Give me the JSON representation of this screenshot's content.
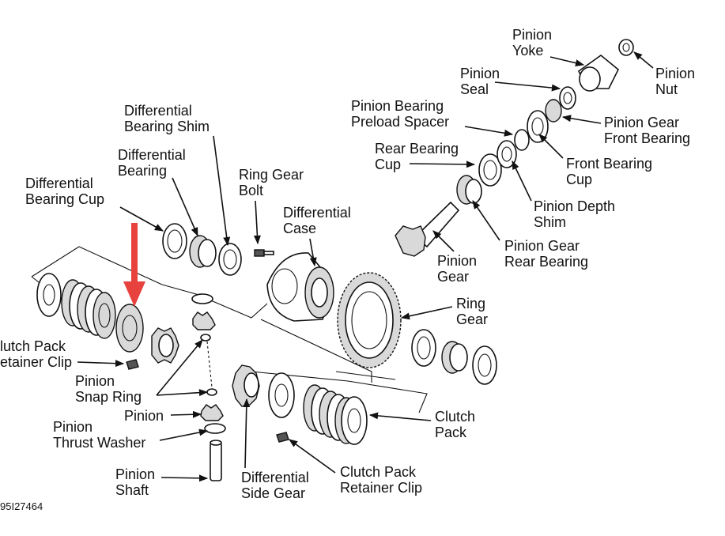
{
  "labels": {
    "differential_bearing_shim": [
      "Differential",
      "Bearing Shim"
    ],
    "differential_bearing": [
      "Differential",
      "Bearing"
    ],
    "differential_bearing_cup": [
      "Differential",
      "Bearing Cup"
    ],
    "ring_gear_bolt": [
      "Ring Gear",
      "Bolt"
    ],
    "differential_case": [
      "Differential",
      "Case"
    ],
    "pinion_yoke": [
      "Pinion",
      "Yoke"
    ],
    "pinion_nut": [
      "Pinion",
      "Nut"
    ],
    "pinion_seal": [
      "Pinion",
      "Seal"
    ],
    "pinion_bearing_preload_spacer": [
      "Pinion Bearing",
      "Preload Spacer"
    ],
    "pinion_gear_front_bearing": [
      "Pinion Gear",
      "Front Bearing"
    ],
    "rear_bearing_cup": [
      "Rear Bearing",
      "Cup"
    ],
    "front_bearing_cup": [
      "Front Bearing",
      "Cup"
    ],
    "pinion_depth_shim": [
      "Pinion Depth",
      "Shim"
    ],
    "pinion_gear": [
      "Pinion",
      "Gear"
    ],
    "pinion_gear_rear_bearing": [
      "Pinion Gear",
      "Rear Bearing"
    ],
    "ring_gear": [
      "Ring",
      "Gear"
    ],
    "clutch_pack_retainer_clip_left": [
      "lutch Pack",
      "etainer Clip"
    ],
    "pinion_snap_ring": [
      "Pinion",
      "Snap Ring"
    ],
    "pinion": [
      "Pinion"
    ],
    "pinion_thrust_washer": [
      "Pinion",
      "Thrust Washer"
    ],
    "pinion_shaft": [
      "Pinion",
      "Shaft"
    ],
    "differential_side_gear": [
      "Differential",
      "Side Gear"
    ],
    "clutch_pack": [
      "Clutch",
      "Pack"
    ],
    "clutch_pack_retainer_clip_right": [
      "Clutch Pack",
      "Retainer Clip"
    ]
  },
  "figure_code": "95I27464",
  "colors": {
    "ink": "#111111",
    "highlight_arrow": "#e8423f"
  },
  "icons": {
    "highlight": "red-down-arrow"
  }
}
